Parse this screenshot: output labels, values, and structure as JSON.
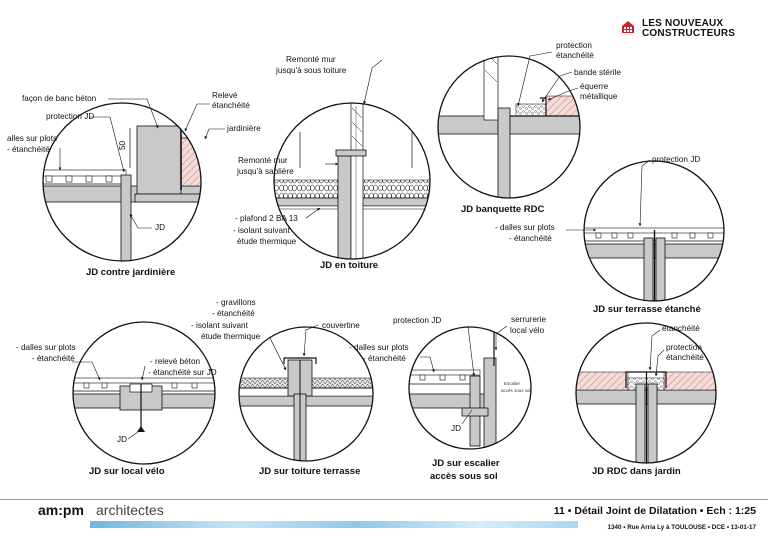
{
  "brand": {
    "line1": "LES NOUVEAUX",
    "line2": "CONSTRUCTEURS",
    "accent_color": "#c9232b"
  },
  "details": {
    "jardiniere": {
      "caption": "JD contre jardinière",
      "labels": {
        "banc": "façon de banc béton",
        "protection": "protection JD",
        "dalles1": "alles sur plots",
        "dalles2": "- étanchéité",
        "releve1": "Relevé",
        "releve2": "étanchéité",
        "jardiniere": "jardinière",
        "dim": "50",
        "jd": "JD"
      }
    },
    "toiture": {
      "caption": "JD en toiture",
      "labels": {
        "remonte_top1": "Remonté mur",
        "remonte_top2": "jusqu'à sous toiture",
        "remonte_mid1": "Remonté mur",
        "remonte_mid2": "jusqu'à sablière",
        "plafond": "- plafond 2 BA 13",
        "isolant1": "- isolant suivant",
        "isolant2": "étude thermique"
      }
    },
    "banquette": {
      "caption": "JD banquette RDC",
      "labels": {
        "protection1": "protection",
        "protection2": "étanchéité",
        "bande": "bande stérile",
        "equerre1": "équerre",
        "equerre2": "métallique"
      }
    },
    "terrasse_etanche": {
      "caption": "JD sur terrasse étanché",
      "labels": {
        "protection": "protection JD",
        "dalles1": "- dalles sur plots",
        "dalles2": "- étanchéité"
      }
    },
    "local_velo": {
      "caption": "JD sur local vélo",
      "labels": {
        "dalles1": "- dalles sur plots",
        "dalles2": "- étanchéité",
        "releve1": "- relevé béton",
        "releve2": "- étanchéité sur JD",
        "jd": "JD"
      }
    },
    "toiture_terrasse": {
      "caption": "JD sur toiture terrasse",
      "labels": {
        "gravillons": "- gravillons",
        "etancheite": "- étanchéité",
        "isolant1": "- isolant suivant",
        "isolant2": "étude thermique",
        "couvertine": "couvertine"
      }
    },
    "escalier": {
      "caption1": "JD sur escalier",
      "caption2": "accès sous sol",
      "labels": {
        "protection": "protection JD",
        "serrurerie1": "serrurerie",
        "serrurerie2": "local vélo",
        "dalles1": "- dalles sur plots",
        "dalles2": "- étanchéité",
        "escalier1": "Escalier",
        "escalier2": "accès sous sol",
        "jd": "JD"
      }
    },
    "rdc_jardin": {
      "caption": "JD RDC dans jardin",
      "labels": {
        "etancheite": "étanchéité",
        "protection1": "protection",
        "protection2": "étanchéité"
      }
    }
  },
  "footer": {
    "architect_bold": "am:pm",
    "architect_light": "architectes",
    "title": "11 • Détail Joint de Dilatation • Ech : 1:25",
    "subtitle": "1340 • Rue Arria Ly à TOULOUSE • DCE • 13-01-17"
  }
}
